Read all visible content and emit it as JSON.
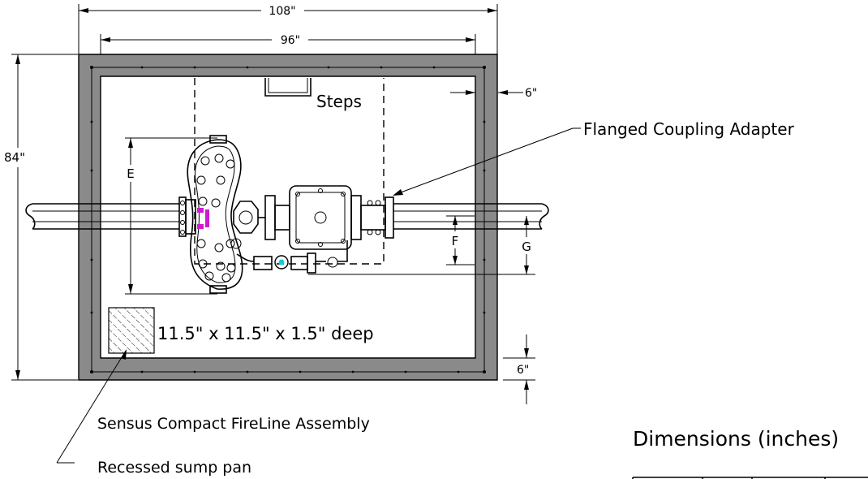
{
  "dimensions": {
    "outer_width": "108\"",
    "inner_width": "96\"",
    "height": "84\"",
    "wall_side": "6\"",
    "wall_bottom": "6\"",
    "e": "E",
    "f": "F",
    "g": "G"
  },
  "labels": {
    "steps": "Steps",
    "flanged_coupling": "Flanged Coupling Adapter",
    "sump_size": "11.5\" x 11.5\" x 1.5\" deep",
    "assembly": "Sensus Compact FireLine Assembly",
    "sump": "Recessed sump pan",
    "table_title": "Dimensions (inches)"
  },
  "colors": {
    "wall": "#8a8a8a",
    "highlight_magenta": "#d01ad0",
    "highlight_cyan": "#19c8d8"
  }
}
